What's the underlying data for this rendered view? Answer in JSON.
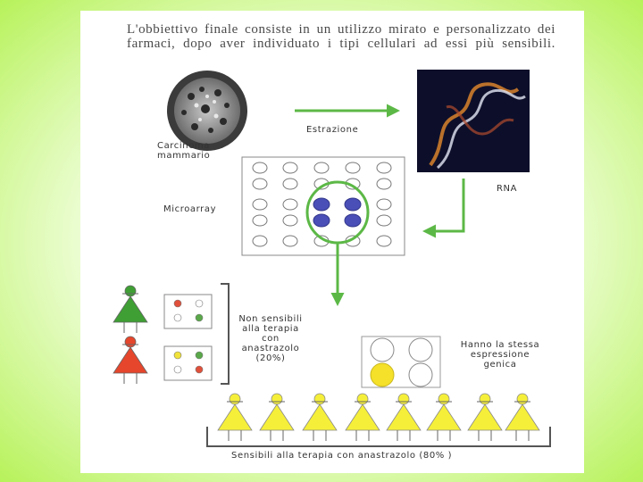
{
  "intro_text": "L'obbiettivo finale consiste in un utilizzo mirato e personalizzato dei farmaci, dopo aver individuato i tipi cellulari ad essi più sensibili.",
  "labels": {
    "carcinoma": "Carcinoma\nmammario",
    "extraction": "Estrazione",
    "rna": "RNA",
    "microarray": "Microarray",
    "non_sensitive": "Non sensibili\nalla terapia\ncon\nanastrazolo\n(20%)",
    "same_expression": "Hanno la stessa\nespressione\ngenica",
    "sensitive": "Sensibili alla terapia con anastrazolo (80% )"
  },
  "colors": {
    "background_glow": "#b7f25a",
    "arrow_green": "#5cb846",
    "microarray_blue": "#4a4fb8",
    "figure_green": "#3f9f34",
    "figure_red": "#e5462c",
    "figure_yellow": "#f5ef3a",
    "dot_red": "#e0503a",
    "dot_green": "#5aa84a",
    "dot_yellow": "#f0e23a"
  },
  "icons": [
    "tumor-cross-section-icon",
    "rna-helix-image",
    "person-figure-icon"
  ]
}
